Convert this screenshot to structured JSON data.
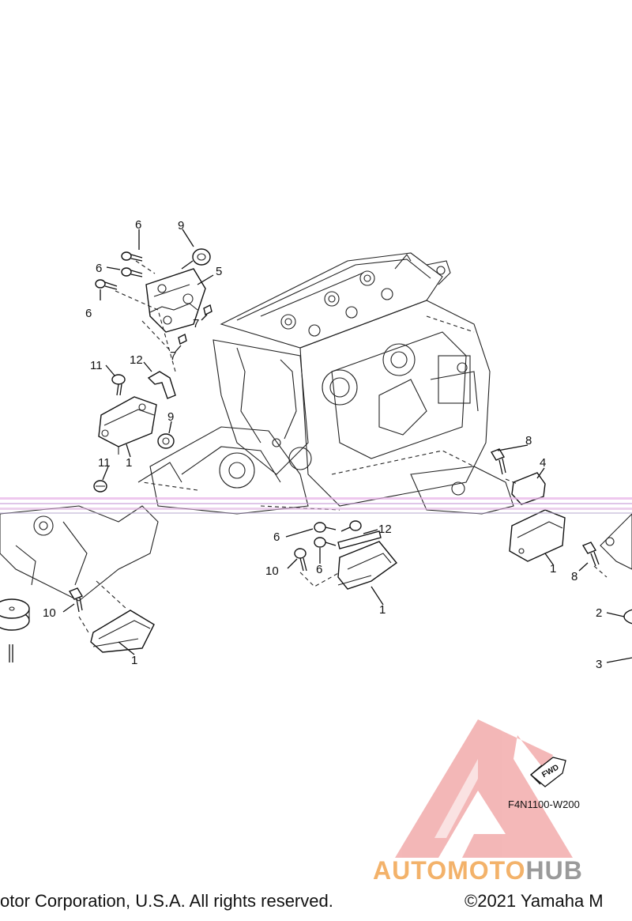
{
  "diagram": {
    "code": "F4N1100-W200",
    "fwd_label": "FWD",
    "callouts": [
      {
        "id": "c6a",
        "label": "6"
      },
      {
        "id": "c9a",
        "label": "9"
      },
      {
        "id": "c6b",
        "label": "6"
      },
      {
        "id": "c5",
        "label": "5"
      },
      {
        "id": "c6c",
        "label": "6"
      },
      {
        "id": "c7a",
        "label": "7"
      },
      {
        "id": "c7b",
        "label": "7"
      },
      {
        "id": "c11a",
        "label": "11"
      },
      {
        "id": "c12a",
        "label": "12"
      },
      {
        "id": "c9b",
        "label": "9"
      },
      {
        "id": "c1a",
        "label": "1"
      },
      {
        "id": "c11b",
        "label": "11"
      },
      {
        "id": "c8a",
        "label": "8"
      },
      {
        "id": "c4",
        "label": "4"
      },
      {
        "id": "c12b",
        "label": "12"
      },
      {
        "id": "c6d",
        "label": "6"
      },
      {
        "id": "c6e",
        "label": "6"
      },
      {
        "id": "c10a",
        "label": "10"
      },
      {
        "id": "c1b",
        "label": "1"
      },
      {
        "id": "c1c",
        "label": "1"
      },
      {
        "id": "c8b",
        "label": "8"
      },
      {
        "id": "c10b",
        "label": "10"
      },
      {
        "id": "c1d",
        "label": "1"
      },
      {
        "id": "c2",
        "label": "2"
      },
      {
        "id": "c3",
        "label": "3"
      }
    ]
  },
  "watermark": {
    "brand_a": "AUTOMOTO",
    "brand_b": "HUB",
    "accent_color": "#f0a0a0",
    "brand_a_color": "#f3b26a",
    "brand_b_color": "#9a9a9a"
  },
  "footer": {
    "left": "otor Corporation, U.S.A. All rights reserved.",
    "right": "©2021 Yamaha M"
  }
}
